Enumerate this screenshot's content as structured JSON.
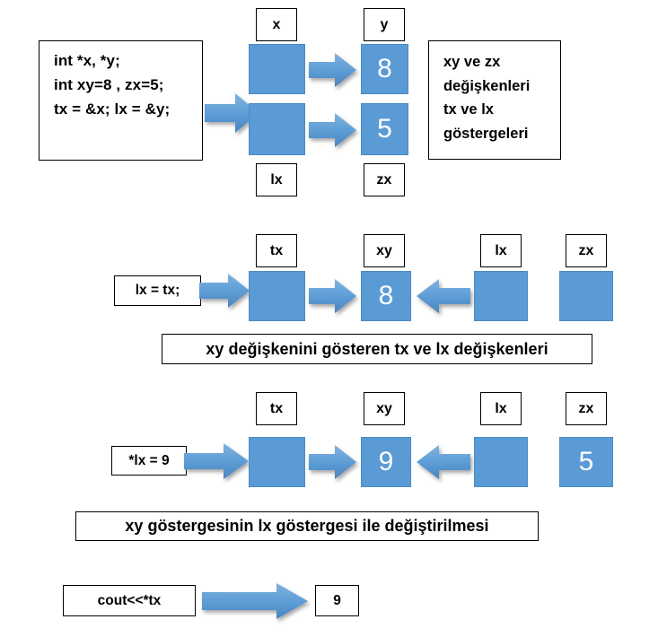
{
  "diagram": {
    "title": "C++ pointer (gosterge) memory diagram",
    "accent_color": "#5B9BD5",
    "outline_color": "#000000"
  },
  "section1": {
    "code_lines": [
      "int *x, *y;",
      "int xy=8 , zx=5;",
      "tx = &x;",
      "lx = &y;"
    ],
    "pointer_top_label": "x",
    "pointer_bottom_label": "lx",
    "value_top_label": "y",
    "value_bottom_label": "zx",
    "pointer_top_value": "",
    "pointer_bottom_value": "",
    "value_top_value": "8",
    "value_bottom_value": "5",
    "note_lines": [
      "xy ve zx",
      "değişkenleri",
      "tx ve lx",
      "göstergeleri"
    ]
  },
  "section2": {
    "statement": "lx = tx;",
    "labels": {
      "tx": "tx",
      "xy": "xy",
      "lx": "lx",
      "zx": "zx"
    },
    "values": {
      "tx": "",
      "xy": "8",
      "lx": "",
      "zx": ""
    },
    "caption": "xy değişkenini gösteren tx ve lx değişkenleri"
  },
  "section3": {
    "statement": "*lx = 9",
    "labels": {
      "tx": "tx",
      "xy": "xy",
      "lx": "lx",
      "zx": "zx"
    },
    "values": {
      "tx": "",
      "xy": "9",
      "lx": "",
      "zx": "5"
    },
    "caption": "xy göstergesinin lx göstergesi ile değiştirilmesi"
  },
  "section4": {
    "statement": "cout<<*tx",
    "output": "9"
  }
}
